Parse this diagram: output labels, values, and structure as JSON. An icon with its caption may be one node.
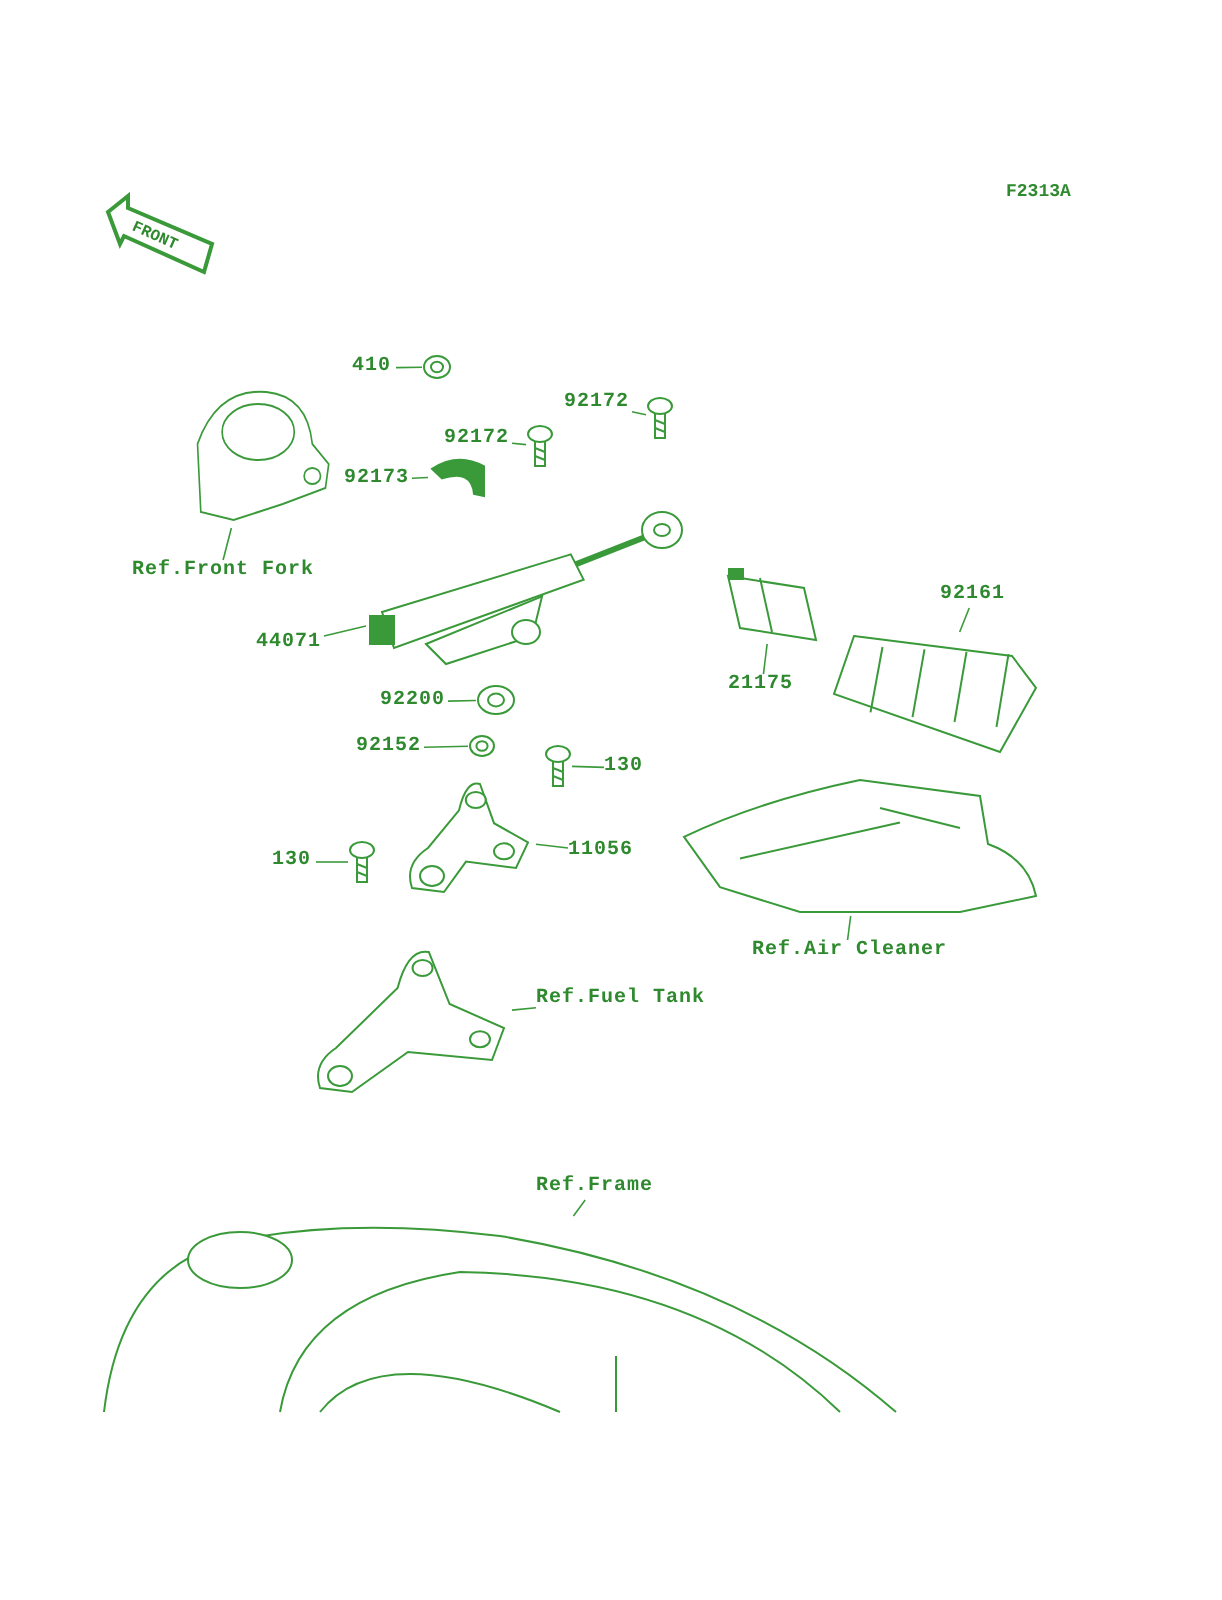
{
  "diagram": {
    "nodes": [
      {
        "text": [
          "410"
        ]
      },
      {
        "text": [],
        "shape": "picture"
      },
      {
        "text": [
          "92172"
        ]
      },
      {
        "text": [],
        "shape": "picture"
      },
      {
        "text": [
          "92172"
        ]
      },
      {
        "text": [],
        "shape": "picture"
      },
      {
        "text": [
          "92173"
        ]
      },
      {
        "text": [],
        "shape": "picture"
      },
      {
        "text": [
          "Ref.Front Fork"
        ]
      },
      {
        "text": [],
        "shape": "picture"
      },
      {
        "text": [
          "44071"
        ]
      },
      {
        "text": [],
        "shape": "picture"
      },
      {
        "text": [
          "92161"
        ]
      },
      {
        "text": [],
        "shape": "picture"
      },
      {
        "text": [
          "21175"
        ]
      },
      {
        "text": [],
        "shape": "picture"
      },
      {
        "text": [
          "92200"
        ]
      },
      {
        "text": [],
        "shape": "picture"
      },
      {
        "text": [
          "92152"
        ]
      },
      {
        "text": [],
        "shape": "picture"
      },
      {
        "text": [
          "130"
        ]
      },
      {
        "text": [],
        "shape": "picture"
      },
      {
        "text": [
          "130"
        ]
      },
      {
        "text": [],
        "shape": "picture"
      },
      {
        "text": [
          "11056"
        ]
      },
      {
        "text": [],
        "shape": "picture"
      },
      {
        "text": [
          "Ref.Air Cleaner"
        ]
      },
      {
        "text": [],
        "shape": "picture"
      },
      {
        "text": [
          "Ref.Fuel Tank"
        ]
      },
      {
        "text": [],
        "shape": "picture"
      },
      {
        "text": [
          "Ref.Frame"
        ]
      },
      {
        "text": [],
        "shape": "picture"
      }
    ],
    "edges": [
      {
        "from": 0,
        "to": 1,
        "arrow": "none"
      },
      {
        "from": 2,
        "to": 3,
        "arrow": "none"
      },
      {
        "from": 4,
        "to": 5,
        "arrow": "none"
      },
      {
        "from": 6,
        "to": 7,
        "arrow": "none"
      },
      {
        "from": 8,
        "to": 9,
        "arrow": "none"
      },
      {
        "from": 10,
        "to": 11,
        "arrow": "none"
      },
      {
        "from": 12,
        "to": 13,
        "arrow": "none"
      },
      {
        "from": 14,
        "to": 15,
        "arrow": "none"
      },
      {
        "from": 16,
        "to": 17,
        "arrow": "none"
      },
      {
        "from": 18,
        "to": 19,
        "arrow": "none"
      },
      {
        "from": 20,
        "to": 21,
        "arrow": "none"
      },
      {
        "from": 22,
        "to": 23,
        "arrow": "none"
      },
      {
        "from": 24,
        "to": 25,
        "arrow": "none"
      },
      {
        "from": 26,
        "to": 27,
        "arrow": "none"
      },
      {
        "from": 28,
        "to": 29,
        "arrow": "none"
      },
      {
        "from": 30,
        "to": 31,
        "arrow": "none"
      }
    ],
    "labels": [
      "F2313A",
      "FRONT"
    ]
  }
}
